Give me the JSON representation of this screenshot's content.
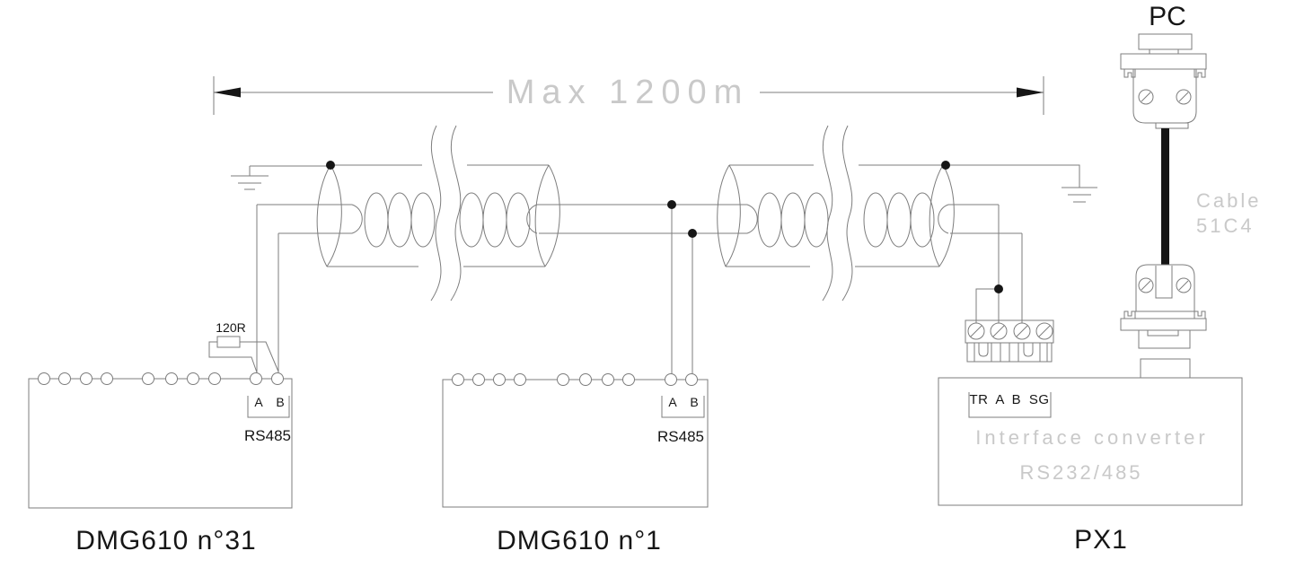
{
  "palette": {
    "line_gray": "#7d7d7d",
    "ink_black": "#161616",
    "cad_text_gray": "#c9c9c9"
  },
  "dimension": {
    "label": "Max 1200m"
  },
  "device1": {
    "name": "DMG610 n°31",
    "resistor": "120R",
    "terminal_a": "A",
    "terminal_b": "B",
    "port": "RS485"
  },
  "device2": {
    "name": "DMG610 n°1",
    "terminal_a": "A",
    "terminal_b": "B",
    "port": "RS485"
  },
  "converter": {
    "name": "PX1",
    "terminal_strip": "TR A B SG",
    "title": "Interface converter",
    "subtitle": "RS232/485"
  },
  "pc": {
    "label": "PC",
    "cable_line1": "Cable",
    "cable_line2": "51C4"
  }
}
